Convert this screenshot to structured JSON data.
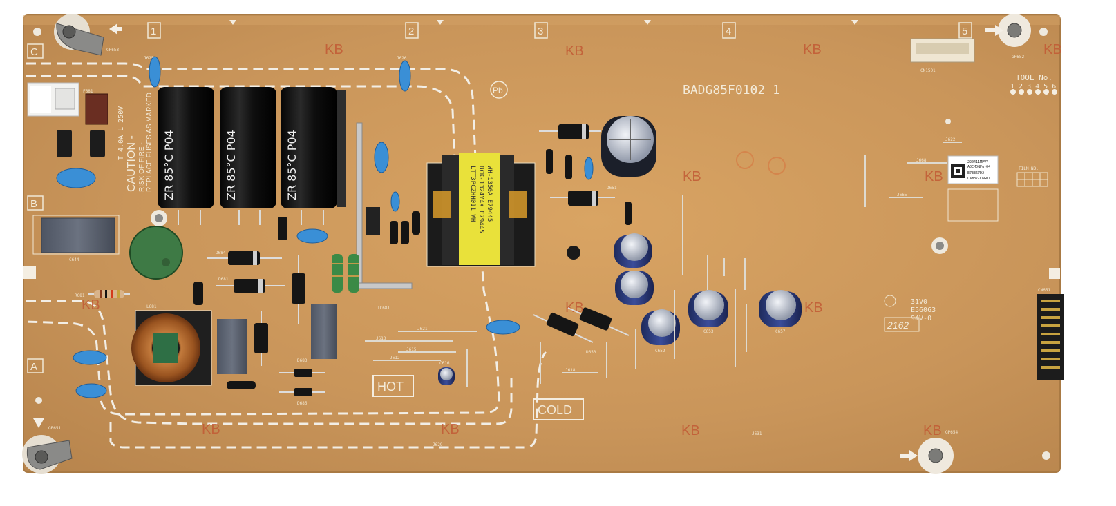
{
  "board": {
    "part_number": "BADG85F0102 1",
    "tool_label": "TOOL No.",
    "tool_digits": "1 2 3 4 5 6",
    "hot_label": "HOT",
    "cold_label": "COLD",
    "caution": {
      "title": "CAUTION -",
      "line1": "RISK OF FIRE -",
      "line2": "REPLACE FUSES AS MARKED"
    },
    "fuse_rating": "T 4.0A L 250V",
    "ul_lines": [
      "31V0",
      "E56063",
      "94V-0"
    ],
    "date_code": "2162",
    "kb_mark": "KB",
    "pb_mark": "Pb",
    "film_label": "FILM NO.",
    "zone_columns": [
      "1",
      "2",
      "3",
      "4",
      "5"
    ],
    "zone_rows": [
      "C",
      "B",
      "A"
    ],
    "sticker_lines": [
      "220411MPVY",
      "A0EMONPu-04",
      "E73367D2",
      "LAMB7-C6G01"
    ],
    "transformer_text": [
      "LTT3PCZHH011 WH",
      "BCK-1324Y4X E79445",
      "WH-1350A E79445"
    ]
  },
  "colors": {
    "pcb": "#c9965a",
    "pcb_dark": "#b9844a",
    "silkscreen": "#f3ead8",
    "capacitor_black": "#141414",
    "y_cap_blue": "#3a8fd6",
    "transformer_yellow": "#e9e13a",
    "choke_copper": "#b5682c"
  },
  "component_labels": {
    "c_caps": [
      "ZR 85°C P04",
      "ZR 85°C P04",
      "ZR 85°C P04"
    ],
    "refs": [
      "J625",
      "J626",
      "F681",
      "GP653",
      "GP652",
      "GP654",
      "GP651",
      "CN1501",
      "CN651",
      "C644",
      "RG81",
      "L681",
      "D684",
      "D681",
      "D683",
      "D685",
      "IC681",
      "C616",
      "D651",
      "D653",
      "C652",
      "C653",
      "C657",
      "J622",
      "J668",
      "J665",
      "J631",
      "J629",
      "J621",
      "J615",
      "J612",
      "J613",
      "J618"
    ]
  }
}
